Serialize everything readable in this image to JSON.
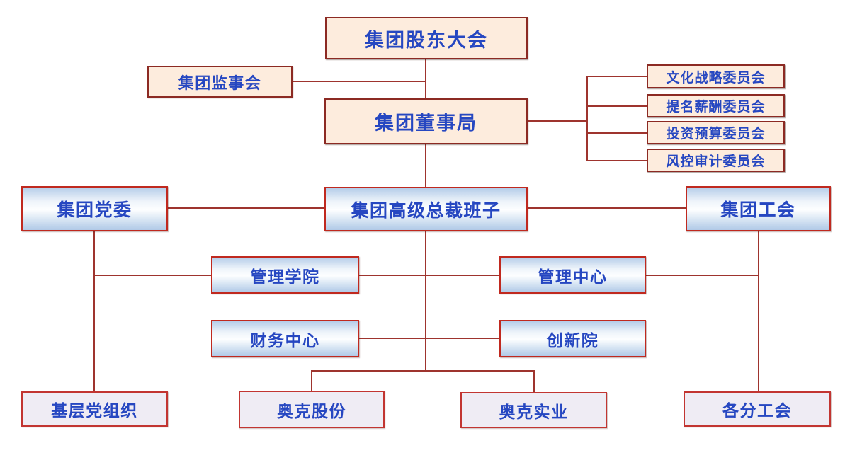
{
  "chart": {
    "shareholders": "集团股东大会",
    "supervisory_board": "集团监事会",
    "board_of_directors": "集团董事局",
    "committees": [
      "文化战略委员会",
      "提名薪酬委员会",
      "投资预算委员会",
      "风控审计委员会"
    ],
    "party_committee": "集团党委",
    "senior_president_team": "集团高级总裁班子",
    "labor_union": "集团工会",
    "management_institute": "管理学院",
    "management_center": "管理中心",
    "finance_center": "财务中心",
    "innovation_institute": "创新院",
    "grassroots_party_orgs": "基层党组织",
    "aoke_shares": "奥克股份",
    "aoke_industry": "奥克实业",
    "branch_unions": "各分工会"
  },
  "colors": {
    "text_blue": "#2647c1",
    "cream_bg": "#fdecdd",
    "cream_border": "#8c2a23",
    "blue_border": "#c0291f",
    "lavender_bg": "#efecf4",
    "lavender_border": "#c23531",
    "connector": "#9e342e"
  }
}
